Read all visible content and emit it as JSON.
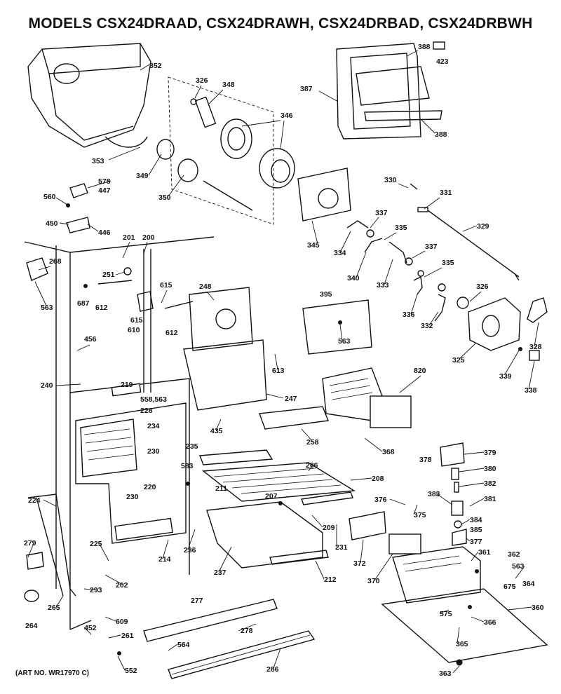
{
  "title": "MODELS CSX24DRAAD, CSX24DRAWH, CSX24DRBAD, CSX24DRBWH",
  "art_no": "(ART NO. WR17970 C)",
  "callouts": [
    "352",
    "326",
    "348",
    "346",
    "388",
    "423",
    "387",
    "388",
    "353",
    "349",
    "350",
    "578",
    "447",
    "560",
    "450",
    "446",
    "345",
    "330",
    "331",
    "329",
    "337",
    "335",
    "334",
    "340",
    "333",
    "337",
    "335",
    "201",
    "200",
    "268",
    "563",
    "251",
    "687",
    "612",
    "615",
    "615",
    "610",
    "612",
    "248",
    "395",
    "563",
    "336",
    "332",
    "326",
    "325",
    "328",
    "339",
    "338",
    "456",
    "613",
    "240",
    "219",
    "558,563",
    "228",
    "234",
    "247",
    "820",
    "435",
    "258",
    "368",
    "230",
    "220",
    "230",
    "235",
    "583",
    "206",
    "208",
    "378",
    "379",
    "380",
    "382",
    "381",
    "383",
    "384",
    "385",
    "377",
    "376",
    "375",
    "224",
    "211",
    "207",
    "209",
    "231",
    "372",
    "370",
    "361",
    "362",
    "563",
    "675",
    "364",
    "360",
    "279",
    "225",
    "214",
    "236",
    "237",
    "212",
    "264",
    "265",
    "293",
    "202",
    "277",
    "366",
    "365",
    "609",
    "452",
    "261",
    "278",
    "564",
    "575",
    "552",
    "286",
    "363"
  ]
}
